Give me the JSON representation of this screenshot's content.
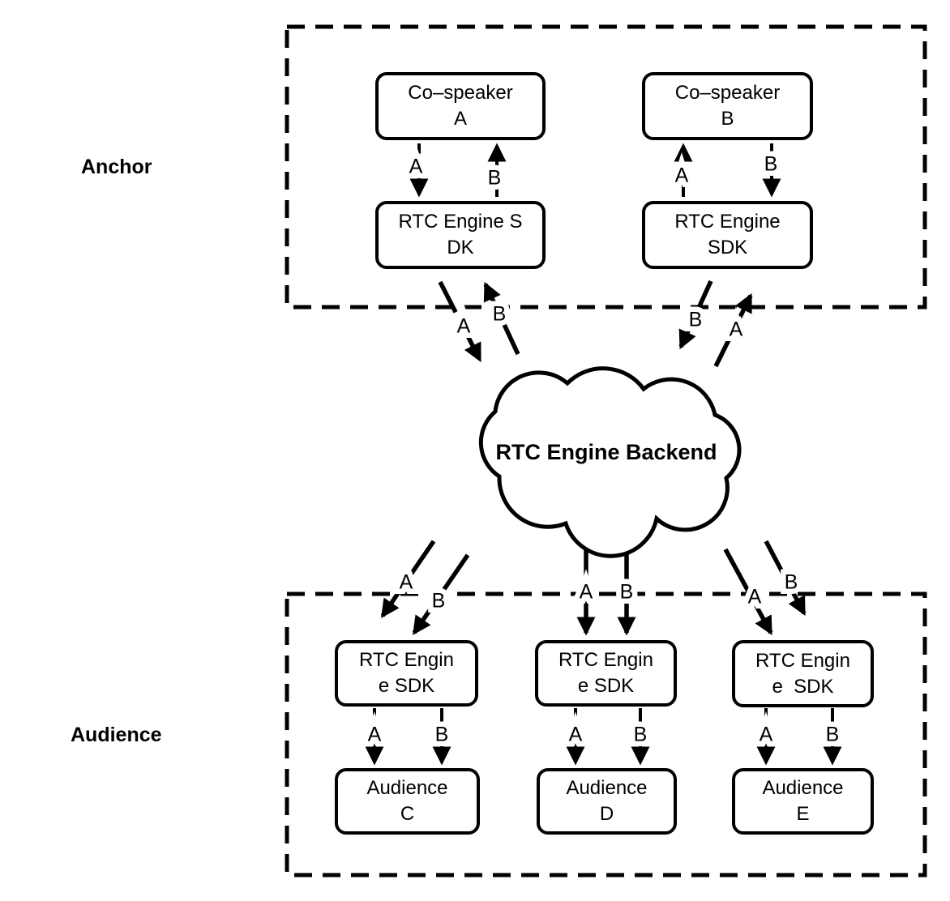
{
  "regions": {
    "anchor": {
      "label": "Anchor"
    },
    "audience": {
      "label": "Audience"
    }
  },
  "cloud": {
    "label": "RTC Engine Backend"
  },
  "streams": {
    "a": "A",
    "b": "B"
  },
  "nodes": {
    "cospeaker_a": {
      "line1": "Co–speaker",
      "line2": "A"
    },
    "cospeaker_b": {
      "line1": "Co–speaker",
      "line2": "B"
    },
    "sdk_anchor_a": {
      "line1": "RTC Engine S",
      "line2": "DK"
    },
    "sdk_anchor_b": {
      "line1": "RTC Engine",
      "line2": "SDK"
    },
    "sdk_audience_c": {
      "line1": "RTC Engin",
      "line2": "e SDK"
    },
    "sdk_audience_d": {
      "line1": "RTC Engin",
      "line2": "e SDK"
    },
    "sdk_audience_e": {
      "line1": "RTC Engin",
      "line2": "e  SDK"
    },
    "audience_c": {
      "line1": "Audience",
      "line2": "C"
    },
    "audience_d": {
      "line1": "Audience",
      "line2": "D"
    },
    "audience_e": {
      "line1": "Audience",
      "line2": "E"
    }
  },
  "colors": {
    "line": "#000000",
    "background": "#ffffff"
  }
}
